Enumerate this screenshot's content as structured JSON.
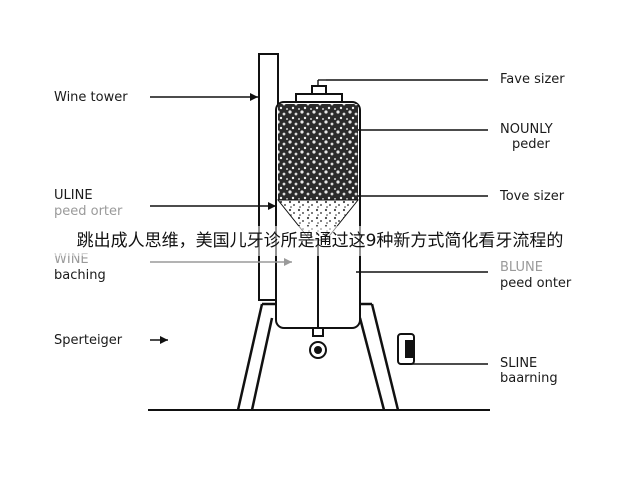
{
  "labels": {
    "wine_tower": "Wine tower",
    "uline_1": "ULINE",
    "uline_2": "peed orter",
    "wine_1": "WINE",
    "wine_2": "baching",
    "sperteiger": "Sperteiger",
    "fave_sizer": "Fave sizer",
    "nounly_1": "NOUNLY",
    "nounly_2": "peder",
    "tove_sizer": "Tove sizer",
    "blune_1": "BLUNE",
    "blune_2": "peed onter",
    "sline_1": "SLINE",
    "sline_2": "baarning"
  },
  "banner": "跳出成人思维，美国儿牙诊所是通过这9种新方式简化看牙流程的"
}
